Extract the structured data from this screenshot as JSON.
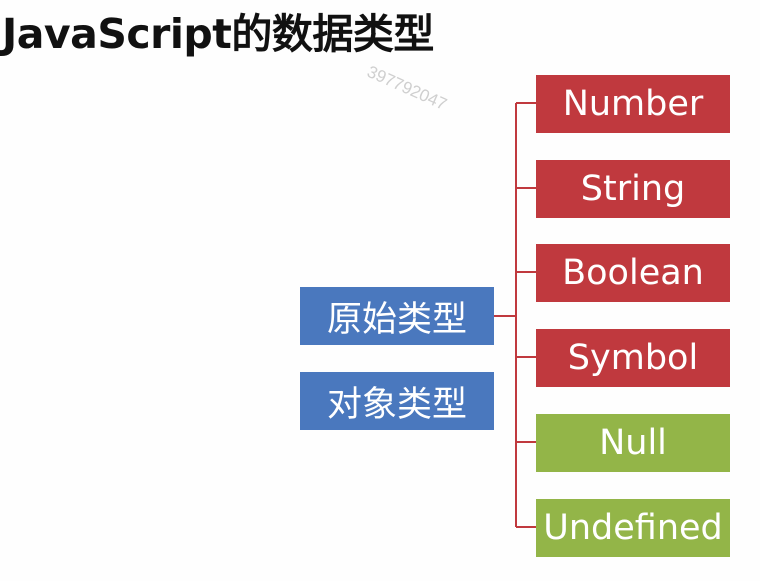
{
  "title": "JavaScript的数据类型",
  "watermark": "397792047",
  "categories": {
    "primitive": "原始类型",
    "object": "对象类型"
  },
  "primitive_types": [
    {
      "label": "Number",
      "color": "#c0393e"
    },
    {
      "label": "String",
      "color": "#c0393e"
    },
    {
      "label": "Boolean",
      "color": "#c0393e"
    },
    {
      "label": "Symbol",
      "color": "#c0393e"
    },
    {
      "label": "Null",
      "color": "#93b548"
    },
    {
      "label": "Undefined",
      "color": "#93b548"
    }
  ],
  "colors": {
    "category": "#4a78be",
    "connector": "#c0393e"
  }
}
